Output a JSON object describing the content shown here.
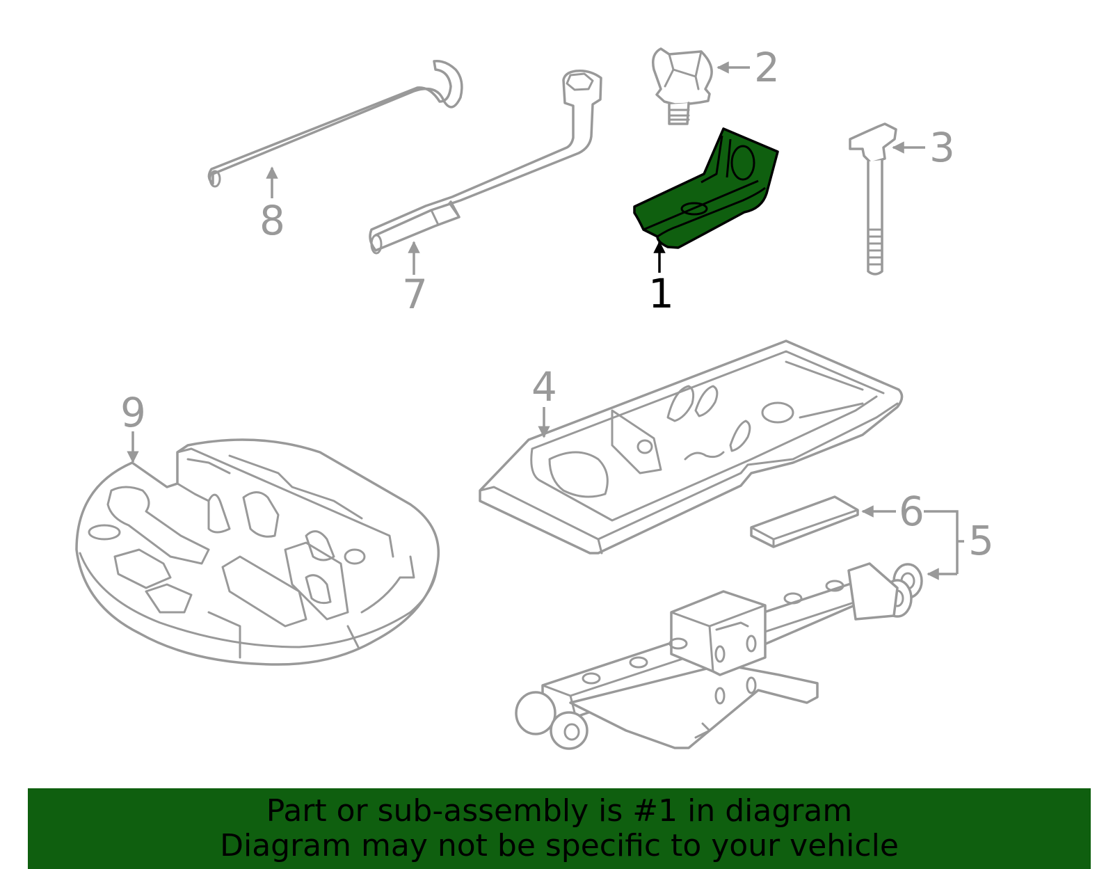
{
  "diagram": {
    "highlight_part": "1",
    "colors": {
      "highlight": "#0f5f0f",
      "line": "#999999",
      "active_label": "#000000",
      "banner": "#0f5f0f"
    },
    "callouts": {
      "c1": "1",
      "c2": "2",
      "c3": "3",
      "c4": "4",
      "c5": "5",
      "c6": "6",
      "c7": "7",
      "c8": "8",
      "c9": "9"
    }
  },
  "banner": {
    "line1": "Part or sub-assembly is #1 in diagram",
    "line2": "Diagram may not be specific to your vehicle"
  }
}
